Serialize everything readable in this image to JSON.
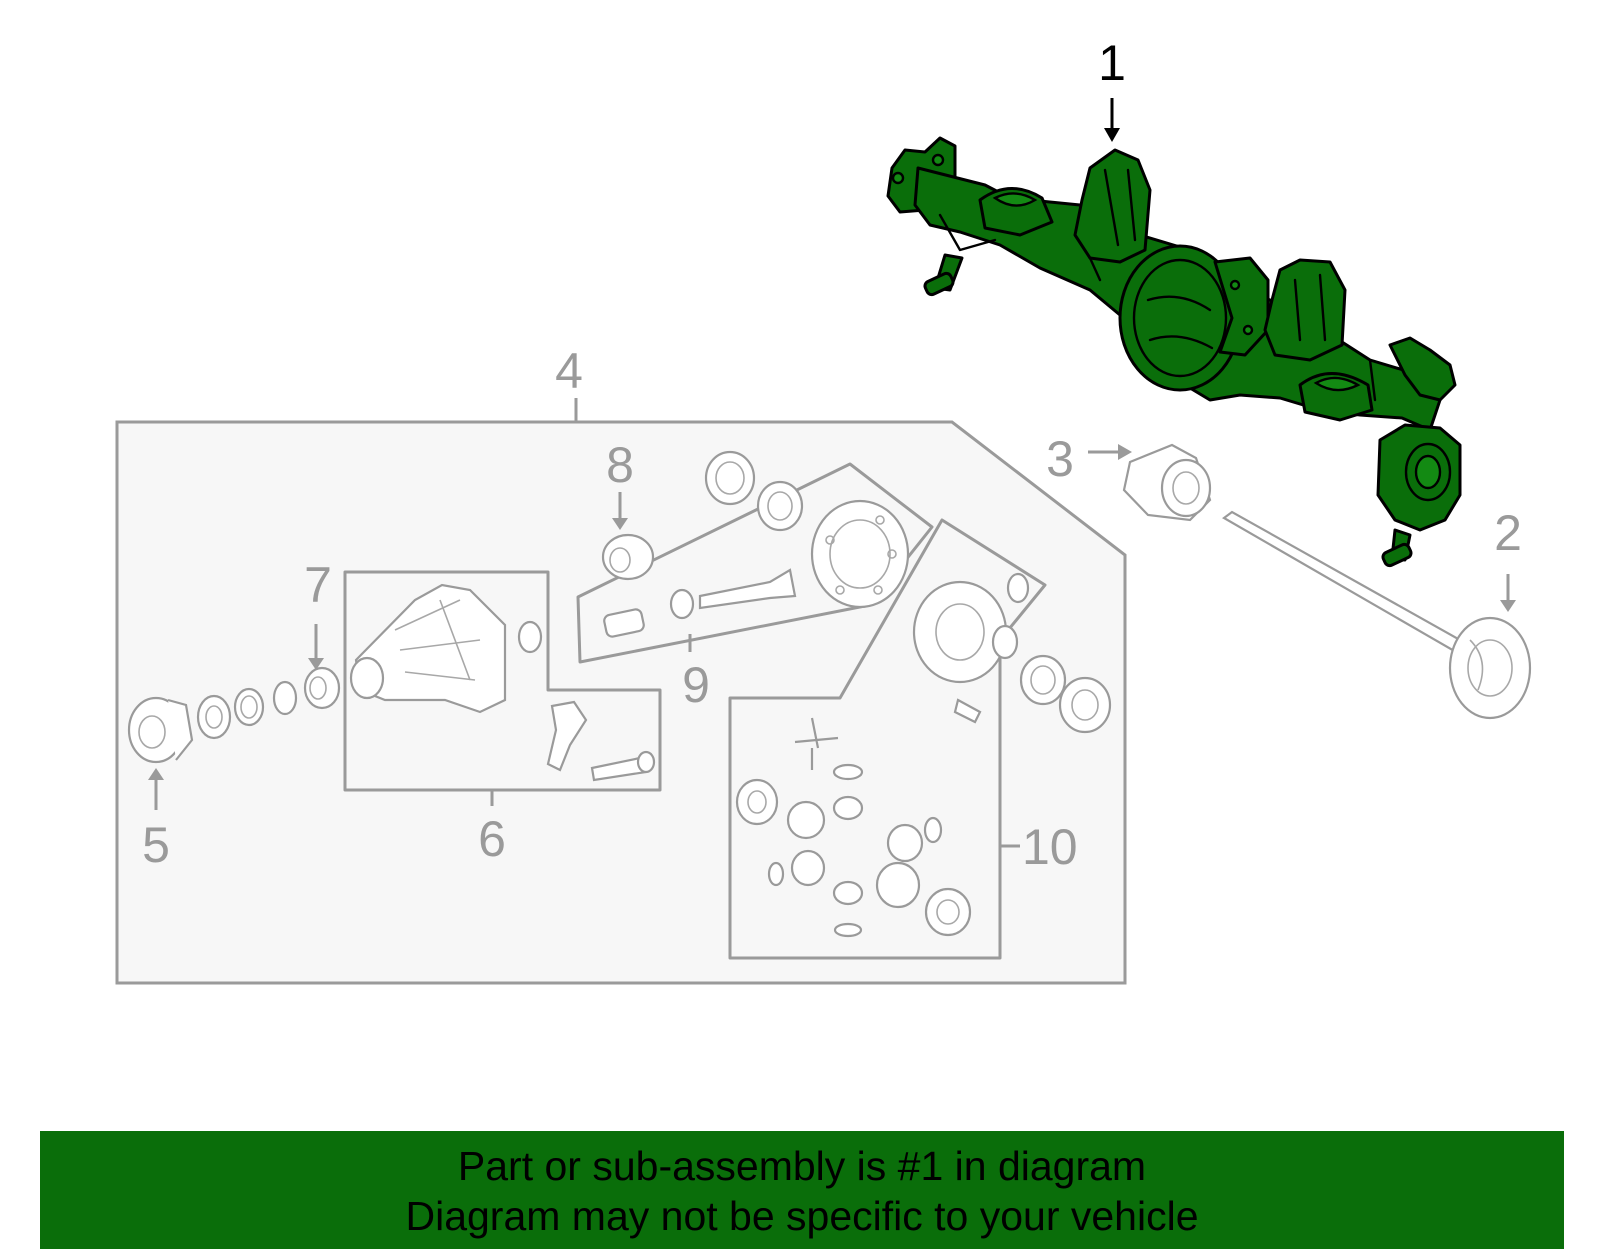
{
  "callouts": {
    "c1": "1",
    "c2": "2",
    "c3": "3",
    "c4": "4",
    "c5": "5",
    "c6": "6",
    "c7": "7",
    "c8": "8",
    "c9": "9",
    "c10": "10"
  },
  "colors": {
    "highlight": "#0a6e0a",
    "outline": "#9a9a9a",
    "panel": "#f7f7f7"
  },
  "highlighted_part": "1",
  "banner": {
    "line1": "Part or sub-assembly is #1 in diagram",
    "line2": "Diagram may not be specific to your vehicle"
  }
}
